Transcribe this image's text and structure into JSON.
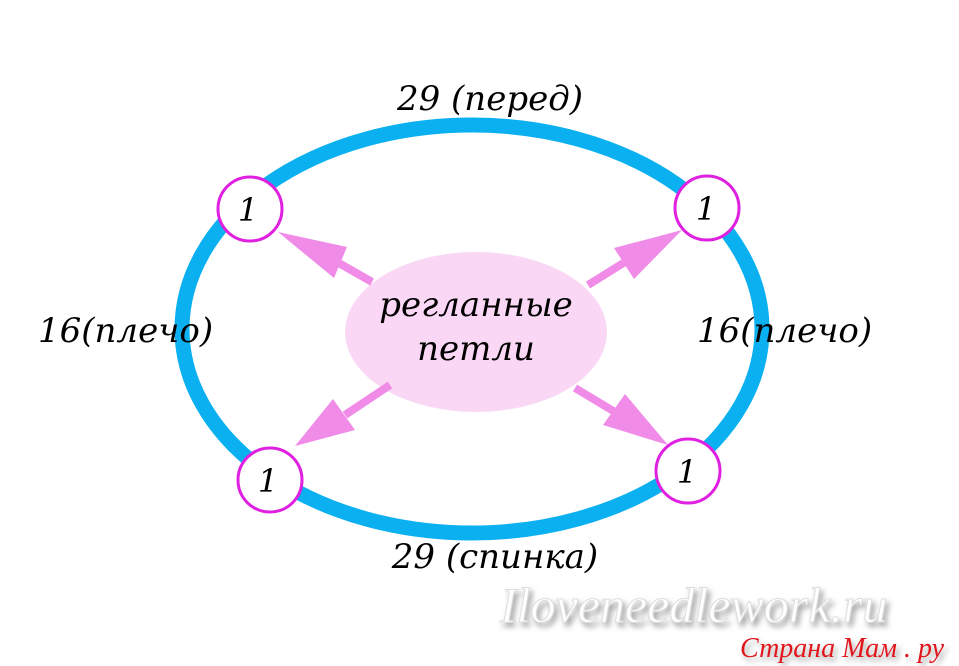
{
  "labels": {
    "top": "29 (перед)",
    "bottom": "29 (спинка)",
    "left": "16(плечо)",
    "right": "16(плечо)"
  },
  "center": {
    "line1": "регланные",
    "line2": "петли"
  },
  "raglan_points": [
    "1",
    "1",
    "1",
    "1"
  ],
  "watermark": {
    "site": "Iloveneedlework.ru",
    "brand": "Страна Мам . ру"
  },
  "colors": {
    "ring": "#0bb0f0",
    "circle_border": "#e020e0",
    "arrow": "#f08ce8",
    "center_fill": "#fad8f5",
    "brand_red": "#e0141e"
  }
}
